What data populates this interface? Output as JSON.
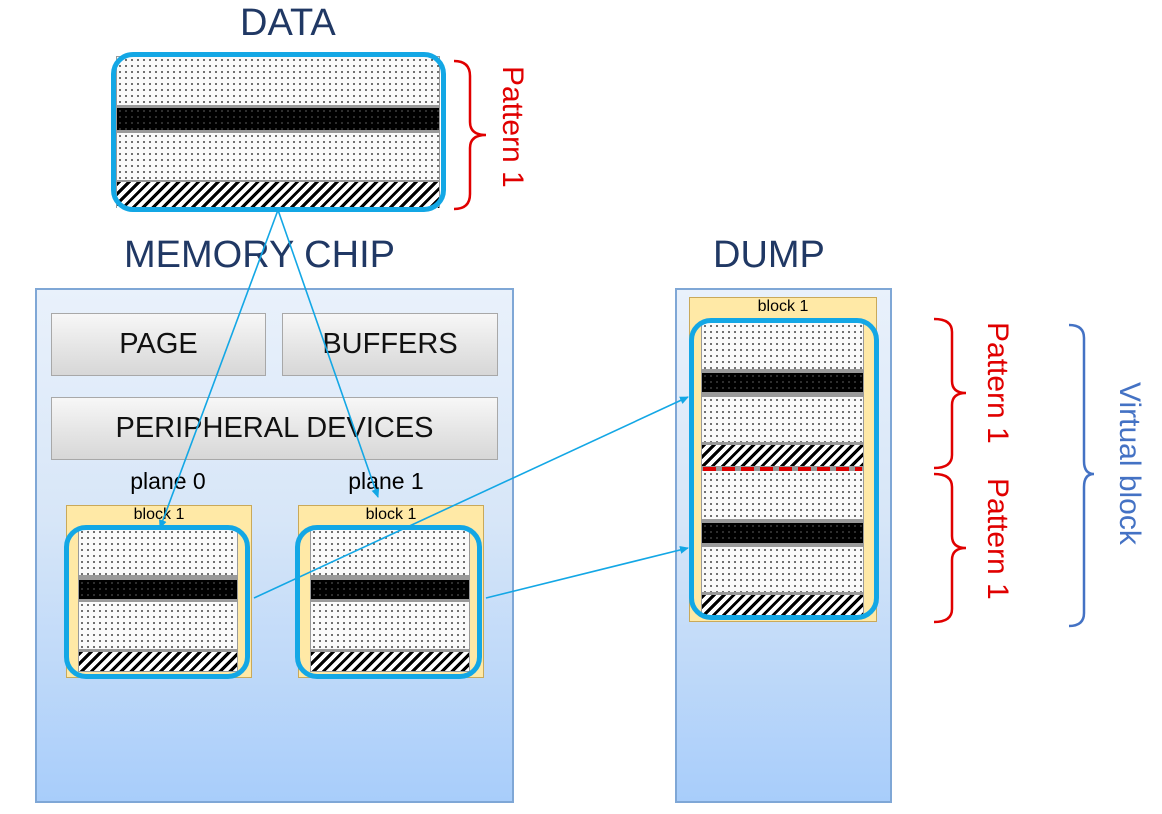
{
  "data_section": {
    "title": "DATA",
    "pattern_label": "Pattern 1"
  },
  "memory_chip": {
    "title": "MEMORY CHIP",
    "buttons": {
      "page": "PAGE",
      "buffers": "BUFFERS",
      "peripheral": "PERIPHERAL DEVICES"
    },
    "planes": [
      {
        "label": "plane 0",
        "block_label": "block 1"
      },
      {
        "label": "plane 1",
        "block_label": "block 1"
      }
    ]
  },
  "dump": {
    "title": "DUMP",
    "block_label": "block 1",
    "pattern_labels": [
      "Pattern 1",
      "Pattern 1"
    ],
    "virtual_block_label": "Virtual block"
  },
  "colors": {
    "frame": "#13a7e5",
    "pattern": "#e00000",
    "virtual": "#4472c4",
    "heading": "#203864",
    "block": "#ffe9a6"
  }
}
